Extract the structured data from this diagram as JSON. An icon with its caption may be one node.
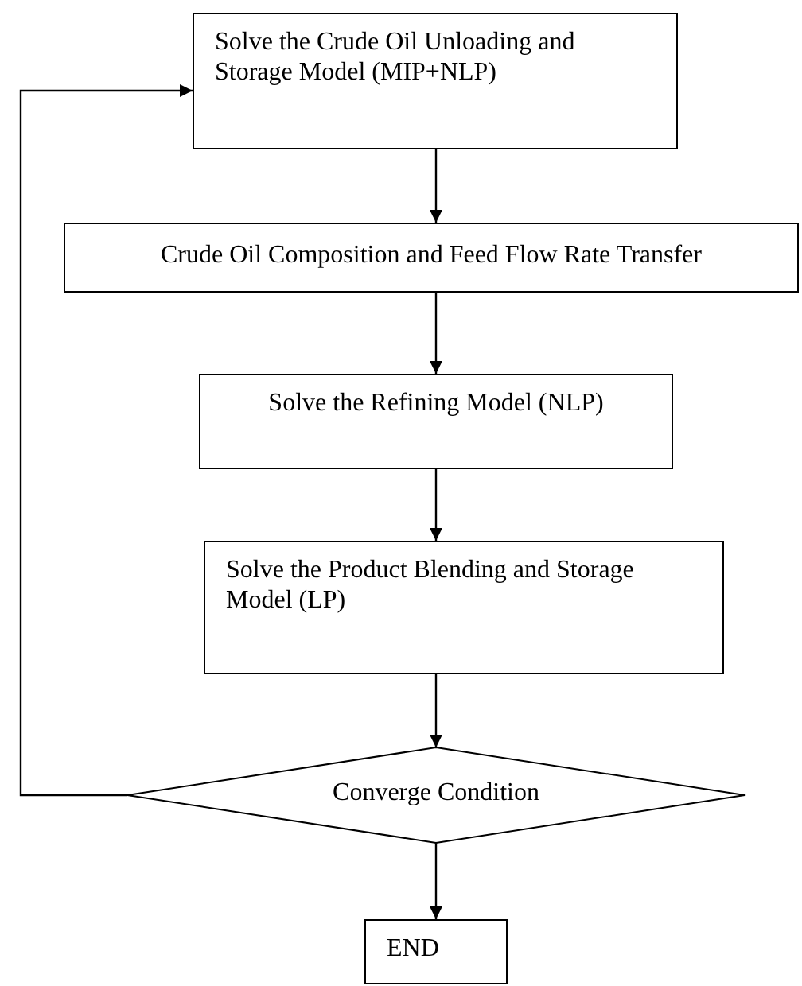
{
  "diagram": {
    "nodes": [
      {
        "text": [
          "Solve the Crude Oil Unloading and Storage Model (MIP+NLP)"
        ]
      },
      {
        "text": [
          "Crude Oil Composition and Feed Flow Rate Transfer"
        ]
      },
      {
        "text": [
          "Solve the Refining Model (NLP)"
        ]
      },
      {
        "text": [
          "Solve the Product Blending and Storage Model (LP)"
        ]
      },
      {
        "text": [
          "Converge Condition"
        ]
      },
      {
        "text": [
          "END"
        ]
      }
    ],
    "edges": [
      {
        "from": 0,
        "to": 1,
        "arrow": "to"
      },
      {
        "from": 1,
        "to": 2,
        "arrow": "to"
      },
      {
        "from": 2,
        "to": 3,
        "arrow": "to"
      },
      {
        "from": 3,
        "to": 4,
        "arrow": "to"
      },
      {
        "from": 4,
        "to": 5,
        "arrow": "to"
      },
      {
        "from": 4,
        "to": 0,
        "arrow": "to"
      }
    ]
  }
}
